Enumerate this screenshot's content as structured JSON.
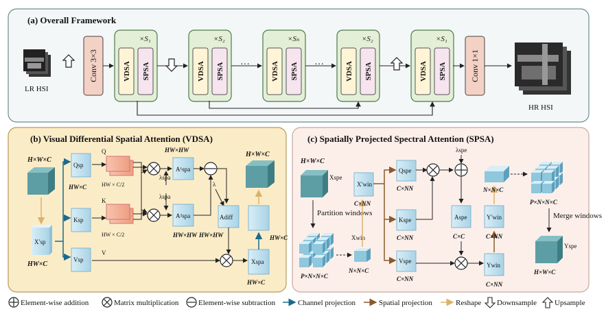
{
  "panel_a": {
    "title": "(a) Overall Framework",
    "lr_label": "LR HSI",
    "hr_label": "HR HSI",
    "conv_in": "Conv 3×3",
    "conv_out": "Conv 1×1",
    "vdsa": "VDSA",
    "spsa": "SPSA",
    "stages": [
      "×S₁",
      "×S₂",
      "×Sₙ",
      "×S₂",
      "×S₁"
    ],
    "ellipsis": "···"
  },
  "panel_b": {
    "title": "(b) Visual Differential Spatial Attention (VDSA)",
    "input_dim": "H×W×C",
    "output_dim": "H×W×C",
    "xsp_prime": "X′sp",
    "xsp_dim": "HW×C",
    "q_label": "Qsp",
    "k_label": "Ksp",
    "v_label": "Vsp",
    "q_dim": "HW×C",
    "q_sym": "Q",
    "k_sym": "K",
    "v_sym": "V",
    "split_top": "HW × C/2",
    "split_bottom": "HW × C/2",
    "a1_label": "A¹spa",
    "a2_label": "A²spa",
    "a_dim_top": "HW×HW",
    "a_dim_bottom": "HW×HW",
    "lambda_label": "λspa",
    "adiff_label": "Adiff",
    "adiff_dim": "HW×HW",
    "lambda_sym": "λ",
    "xspa_label": "Xspa",
    "xspa_dim": "HW×C",
    "out_dim2": "HW×C"
  },
  "panel_c": {
    "title": "(c) Spatially Projected Spectral Attention (SPSA)",
    "input_dim": "H×W×C",
    "xspe_label": "Xspe",
    "partition": "Partition windows",
    "partition_dim": "P×N×N×C",
    "xwin_label": "Xwin",
    "xwin_dim": "N×N×C",
    "xwin_prime": "X′win",
    "xwin_prime_dim": "C×NN",
    "q_label": "Qspe",
    "k_label": "Kspe",
    "v_label": "Vspe",
    "qkv_dim": "C×NN",
    "aspe_label": "Aspe",
    "aspe_dim": "C×C",
    "lambda_label": "λspe",
    "ywin_label": "Ywin",
    "ywin_dim": "C×NN",
    "ywin_prime": "Y′win",
    "ywin_prime_dim": "C×NN",
    "reshape_dim": "N×N×C",
    "merge_dim": "P×N×N×C",
    "merge": "Merge windows",
    "out_label": "Yspe",
    "out_dim": "H×W×C"
  },
  "legend": {
    "add": "Element-wise addition",
    "mul": "Matrix multiplication",
    "sub": "Element-wise subtraction",
    "channel": "Channel projection",
    "spatial": "Spatial projection",
    "reshape": "Reshape",
    "down": "Downsample",
    "up": "Upsample"
  },
  "colors": {
    "panel_a_bg": "#f4f7f8",
    "panel_b_bg": "#fbecc8",
    "panel_c_bg": "#fcefea",
    "green_box": "#e3efd7",
    "conv_box": "#f3d1c5",
    "block_yellow": "#fff5d6",
    "block_pink": "#f6e4ee",
    "teal": "#5c9ea4",
    "light_blue": "#bfe0ee",
    "salmon": "#f3b39c",
    "channel_arrow": "#1b6a8c",
    "spatial_arrow": "#8a5a2b",
    "reshape_arrow": "#d9b36b"
  }
}
